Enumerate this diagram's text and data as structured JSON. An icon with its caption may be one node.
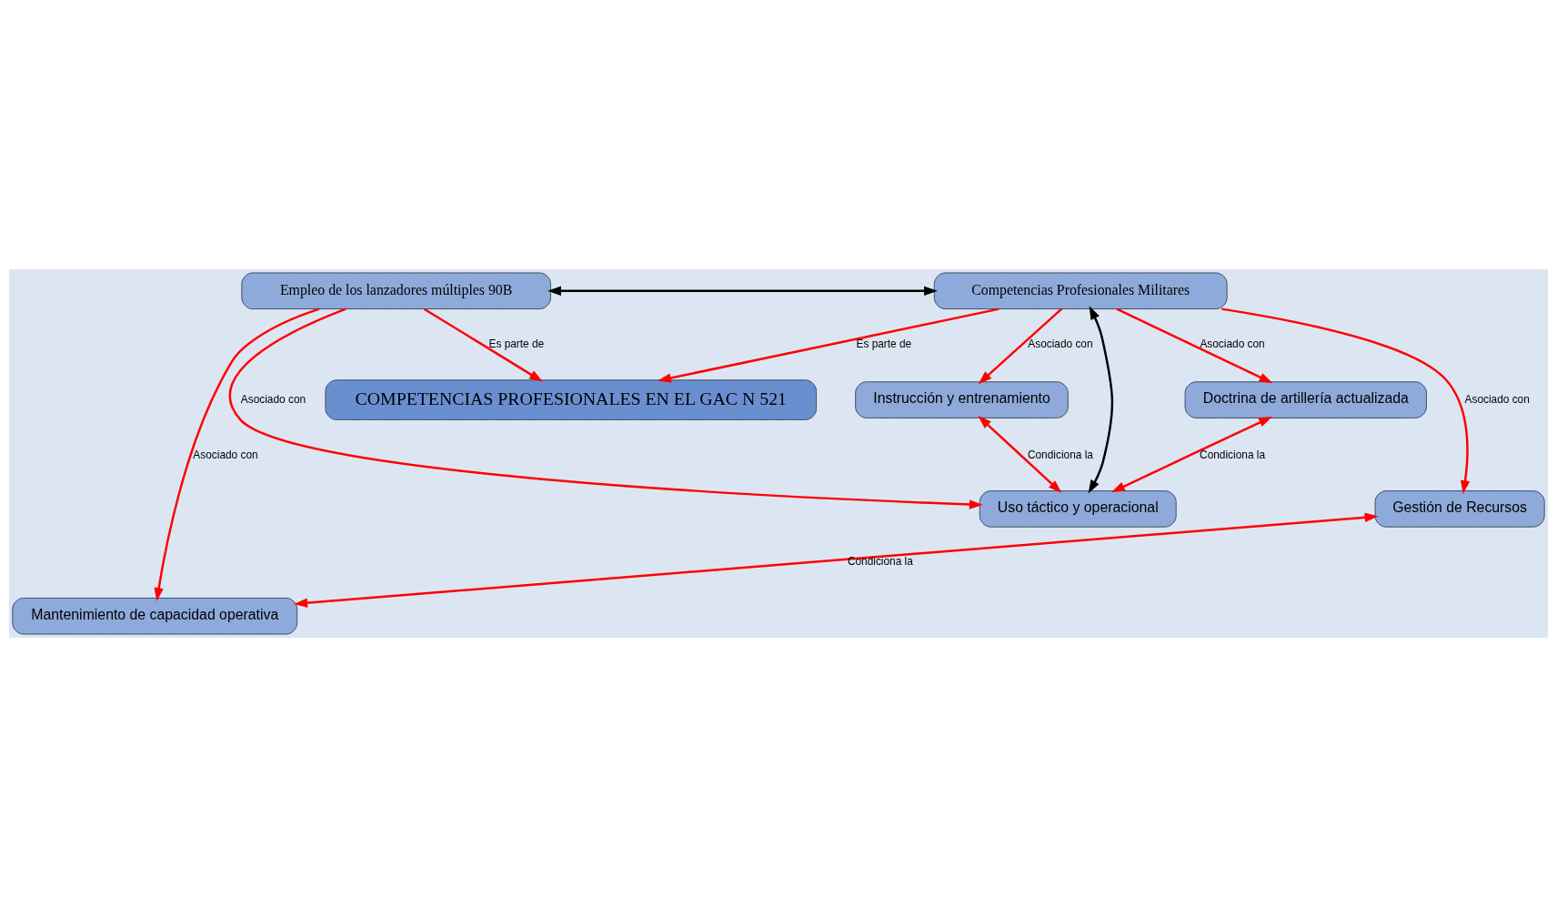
{
  "diagram": {
    "nodes": [
      {
        "text": [
          "COMPETENCIAS PROFESIONALES EN EL GAC N 521"
        ]
      },
      {
        "text": [
          "Empleo de los lanzadores múltiples 90B"
        ]
      },
      {
        "text": [
          "Competencias Profesionales Militares"
        ]
      },
      {
        "text": [
          "Uso táctico y operacional"
        ]
      },
      {
        "text": [
          "Gestión de Recursos"
        ]
      },
      {
        "text": [
          "Doctrina de artillería actualizada"
        ]
      },
      {
        "text": [
          "Instrucción y entrenamiento"
        ]
      },
      {
        "text": [
          "Mantenimiento de capacidad operativa"
        ]
      }
    ],
    "edges": [
      {
        "from": 1,
        "to": 0,
        "arrow": "to",
        "label": "Es parte de"
      },
      {
        "from": 2,
        "to": 0,
        "arrow": "to",
        "label": "Es parte de"
      },
      {
        "from": 1,
        "to": 2,
        "arrow": "both",
        "color": "#000000"
      },
      {
        "from": 2,
        "to": 3,
        "arrow": "both",
        "color": "#000000"
      },
      {
        "from": 1,
        "to": 3,
        "arrow": "to",
        "label": "Asociado con"
      },
      {
        "from": 1,
        "to": 7,
        "arrow": "to",
        "label": "Asociado con"
      },
      {
        "from": 2,
        "to": 4,
        "arrow": "to",
        "label": "Asociado con"
      },
      {
        "from": 2,
        "to": 5,
        "arrow": "to",
        "label": "Asociado con"
      },
      {
        "from": 2,
        "to": 6,
        "arrow": "to",
        "label": "Asociado con"
      },
      {
        "from": 5,
        "to": 3,
        "arrow": "both",
        "label": "Condiciona la"
      },
      {
        "from": 6,
        "to": 3,
        "arrow": "both",
        "label": "Condiciona la"
      },
      {
        "from": 4,
        "to": 7,
        "arrow": "both",
        "label": "Condiciona la"
      }
    ]
  }
}
